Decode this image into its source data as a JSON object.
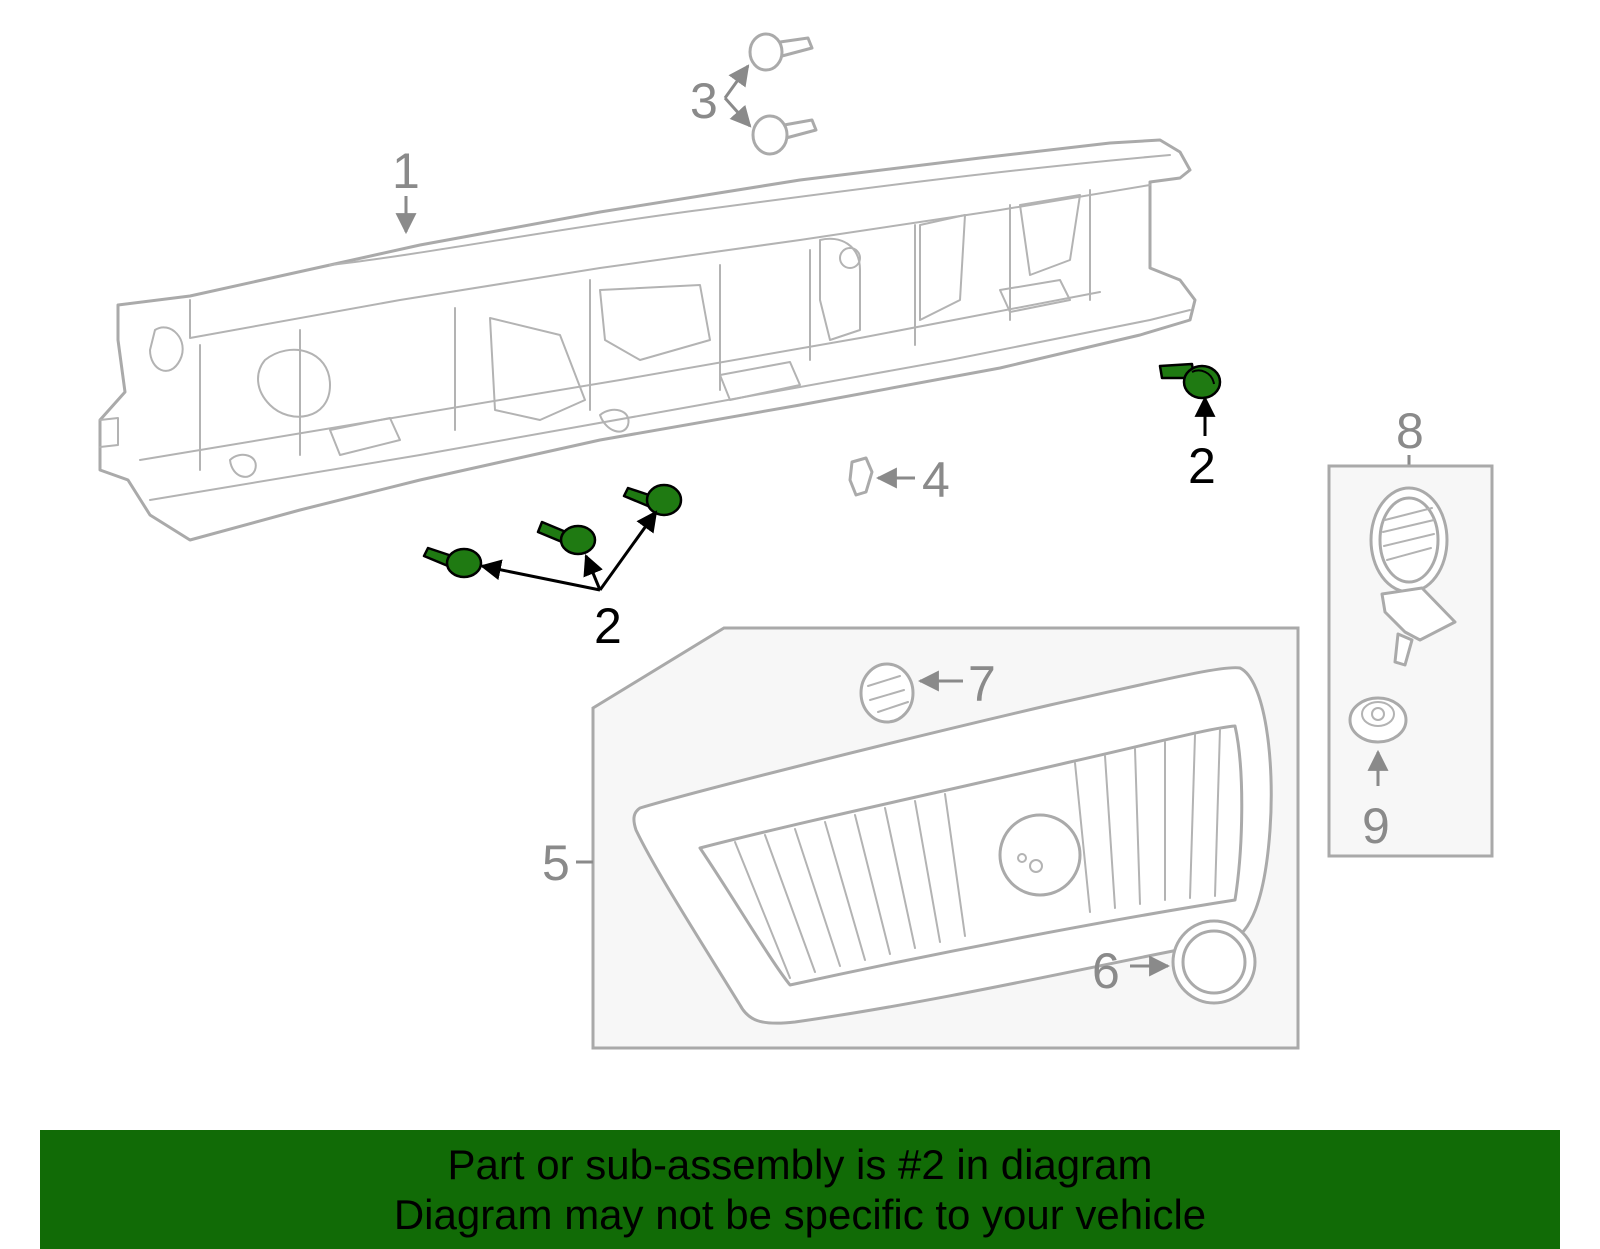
{
  "callouts": {
    "c1": "1",
    "c2a": "2",
    "c2b": "2",
    "c3": "3",
    "c4": "4",
    "c5": "5",
    "c6": "6",
    "c7": "7",
    "c8": "8",
    "c9": "9"
  },
  "highlight": {
    "part_number": "2",
    "color": "#1f7a12"
  },
  "footer": {
    "line1": "Part or sub-assembly is #2 in diagram",
    "line2": "Diagram may not be specific to your vehicle",
    "background": "#116b06"
  }
}
